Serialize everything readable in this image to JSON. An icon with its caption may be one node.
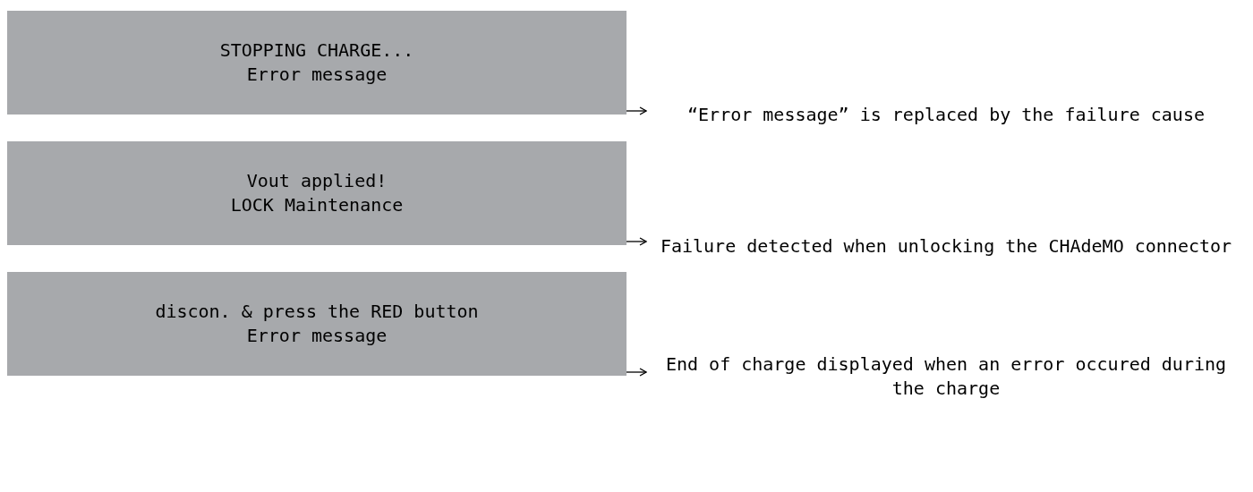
{
  "diagram": {
    "nodes": [
      {
        "text": [
          "STOPPING CHARGE...",
          "Error message"
        ]
      },
      {
        "text": [
          "“Error message” is replaced by the failure cause"
        ]
      },
      {
        "text": [
          "Vout applied!",
          "LOCK Maintenance"
        ]
      },
      {
        "text": [
          "Failure detected when unlocking the CHAdeMO connector"
        ]
      },
      {
        "text": [
          "discon. & press the RED button",
          "Error message"
        ]
      },
      {
        "text": [
          "End of charge displayed when an error occured during the charge"
        ]
      }
    ],
    "edges": [
      {
        "from": 0,
        "to": 1,
        "arrow": "to"
      },
      {
        "from": 2,
        "to": 3,
        "arrow": "to"
      },
      {
        "from": 4,
        "to": 5,
        "arrow": "to"
      }
    ]
  }
}
